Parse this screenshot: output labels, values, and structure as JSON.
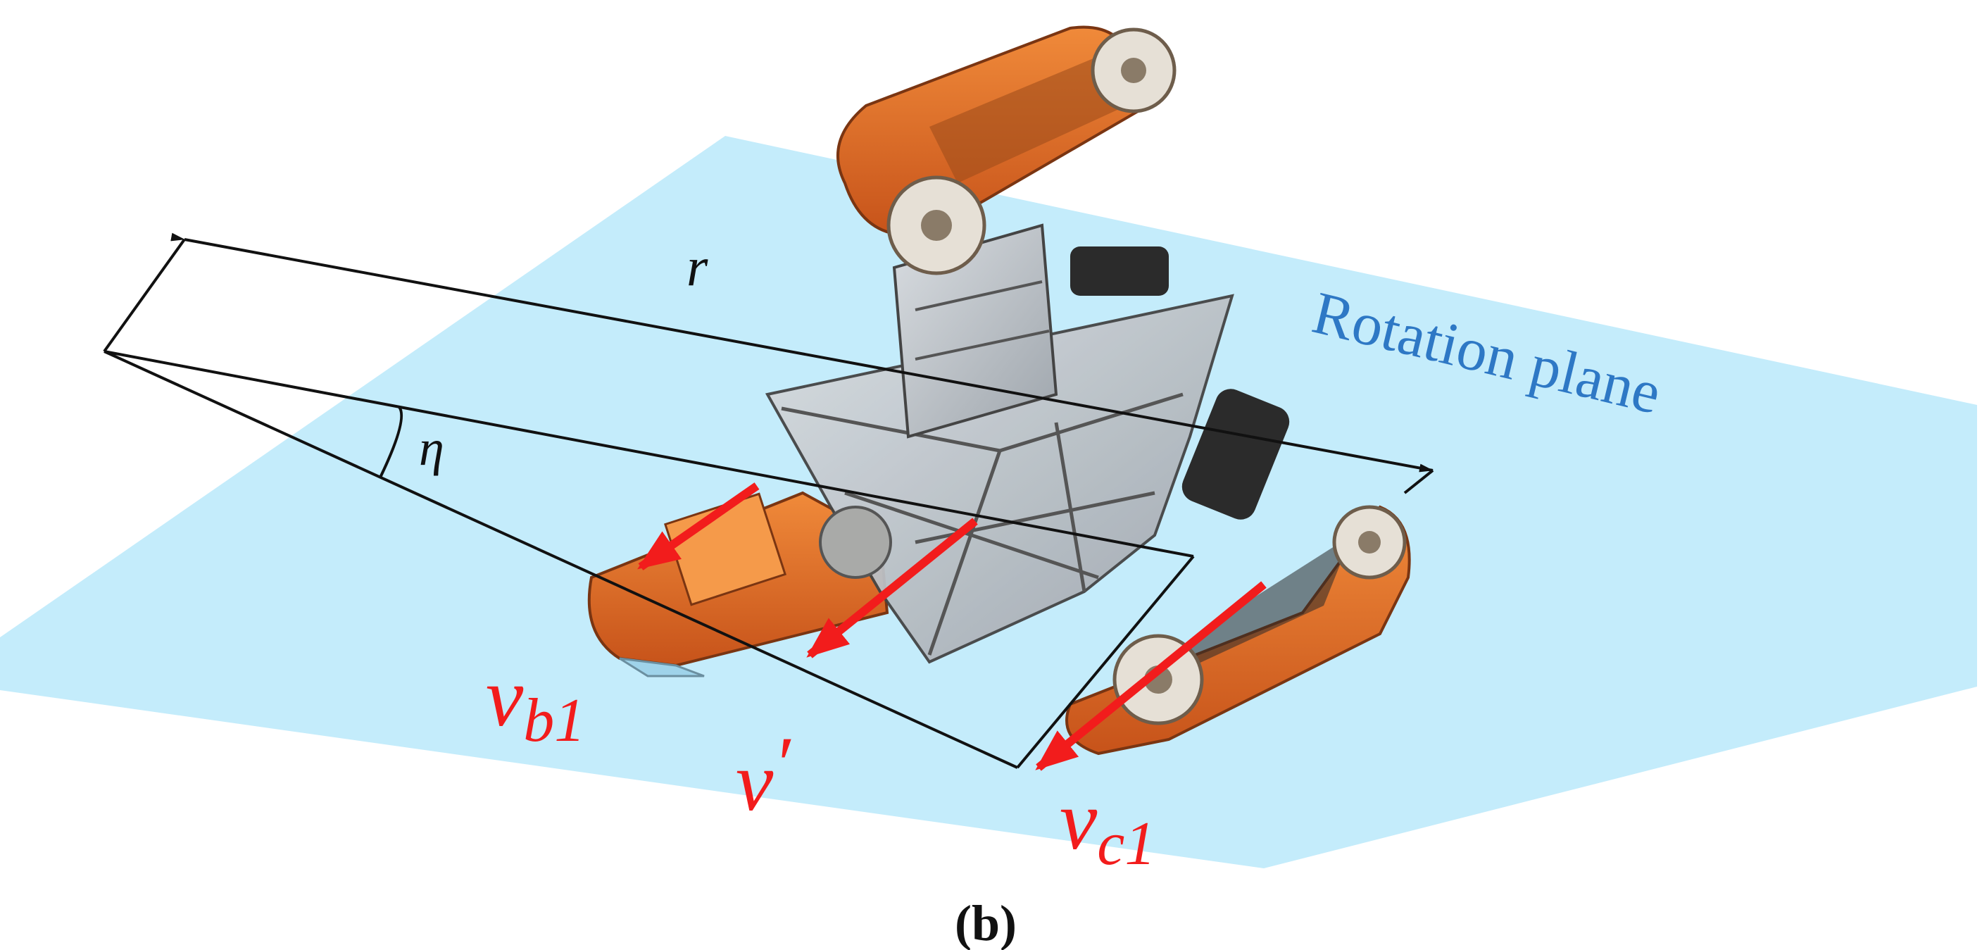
{
  "figure": {
    "panel_label": "(b)",
    "plane_label": "Rotation plane",
    "symbols": {
      "radius": "r",
      "angle": "η",
      "v_b1_main": "v",
      "v_b1_sub": "b1",
      "v_prime_main": "v",
      "v_prime_mark": "′",
      "v_c1_main": "v",
      "v_c1_sub": "c1"
    },
    "colors": {
      "plane_fill": "#c4ecfb",
      "plane_text": "#2e78c5",
      "velocity_arrow": "#f21c1c",
      "construction_line": "#111111",
      "track_orange": "#dd6a25",
      "frame_grey": "#b9bec3"
    },
    "icons": [
      "robot-illustration"
    ]
  }
}
